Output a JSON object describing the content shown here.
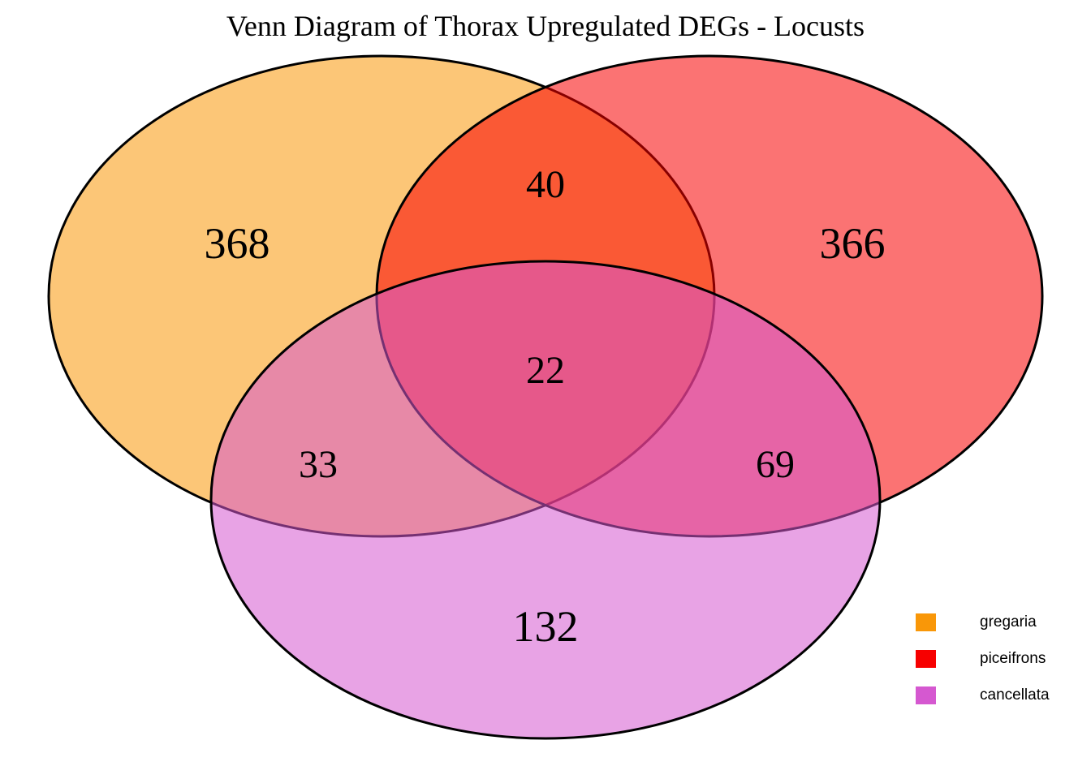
{
  "title": "Venn Diagram of Thorax Upregulated DEGs - Locusts",
  "chart_data": {
    "type": "venn",
    "title": "Venn Diagram of Thorax Upregulated DEGs - Locusts",
    "sets": [
      {
        "name": "gregaria",
        "color": "#F99708"
      },
      {
        "name": "piceifrons",
        "color": "#F70000"
      },
      {
        "name": "cancellata",
        "color": "#D558D0"
      }
    ],
    "regions": {
      "gregaria_only": 368,
      "piceifrons_only": 366,
      "cancellata_only": 132,
      "gregaria_piceifrons": 40,
      "gregaria_cancellata": 33,
      "piceifrons_cancellata": 69,
      "gregaria_piceifrons_cancellata": 22
    },
    "legend_position": "bottom-right",
    "grid": false
  },
  "legend": {
    "items": [
      {
        "label": "gregaria",
        "color": "#F99708"
      },
      {
        "label": "piceifrons",
        "color": "#F70000"
      },
      {
        "label": "cancellata",
        "color": "#D558D0"
      }
    ]
  }
}
